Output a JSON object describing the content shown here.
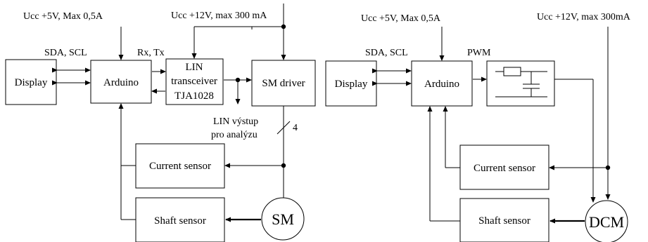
{
  "left": {
    "supply_5v": "Ucc +5V, Max 0,5A",
    "supply_12v": "Ucc +12V, max 300 mA",
    "bus_label": "SDA, SCL",
    "rxtx_label": "Rx, Tx",
    "display": "Display",
    "arduino": "Arduino",
    "lin_line1": "LIN",
    "lin_line2": "transceiver",
    "lin_line3": "TJA1028",
    "sm_driver": "SM driver",
    "lin_out_line1": "LIN výstup",
    "lin_out_line2": "pro analýzu",
    "wire_count": "4",
    "current_sensor": "Current sensor",
    "shaft_sensor": "Shaft sensor",
    "motor": "SM"
  },
  "right": {
    "supply_5v": "Ucc +5V, Max 0,5A",
    "supply_12v": "Ucc +12V, max 300mA",
    "bus_label": "SDA, SCL",
    "pwm_label": "PWM",
    "display": "Display",
    "arduino": "Arduino",
    "current_sensor": "Current sensor",
    "shaft_sensor": "Shaft sensor",
    "motor": "DCM"
  }
}
